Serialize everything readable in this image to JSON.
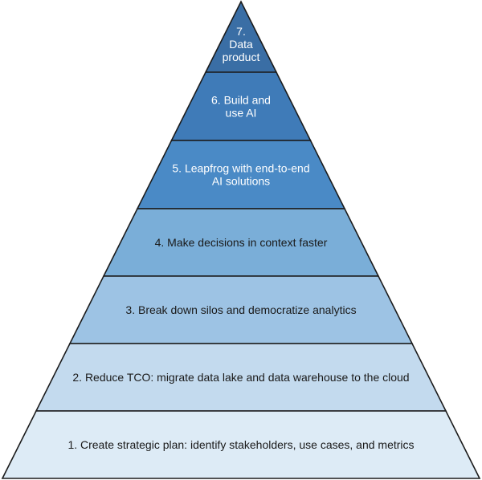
{
  "pyramid": {
    "tiers": [
      {
        "level": 7,
        "lines": [
          "7.",
          "Data",
          "product"
        ],
        "fill": "#3a6ea5",
        "text_color": "#ffffff"
      },
      {
        "level": 6,
        "lines": [
          "6. Build and",
          "use AI"
        ],
        "fill": "#3f7bb8",
        "text_color": "#ffffff"
      },
      {
        "level": 5,
        "lines": [
          "5. Leapfrog with end-to-end",
          "AI solutions"
        ],
        "fill": "#4a8ac6",
        "text_color": "#ffffff"
      },
      {
        "level": 4,
        "lines": [
          "4. Make decisions in context faster"
        ],
        "fill": "#7aaed8",
        "text_color": "#1a1a1a"
      },
      {
        "level": 3,
        "lines": [
          "3. Break down silos and democratize analytics"
        ],
        "fill": "#9dc3e4",
        "text_color": "#1a1a1a"
      },
      {
        "level": 2,
        "lines": [
          "2. Reduce TCO: migrate data lake and data warehouse to the cloud"
        ],
        "fill": "#c3daee",
        "text_color": "#1a1a1a"
      },
      {
        "level": 1,
        "lines": [
          "1. Create strategic plan: identify stakeholders, use cases, and metrics"
        ],
        "fill": "#ddebf6",
        "text_color": "#1a1a1a"
      }
    ]
  }
}
